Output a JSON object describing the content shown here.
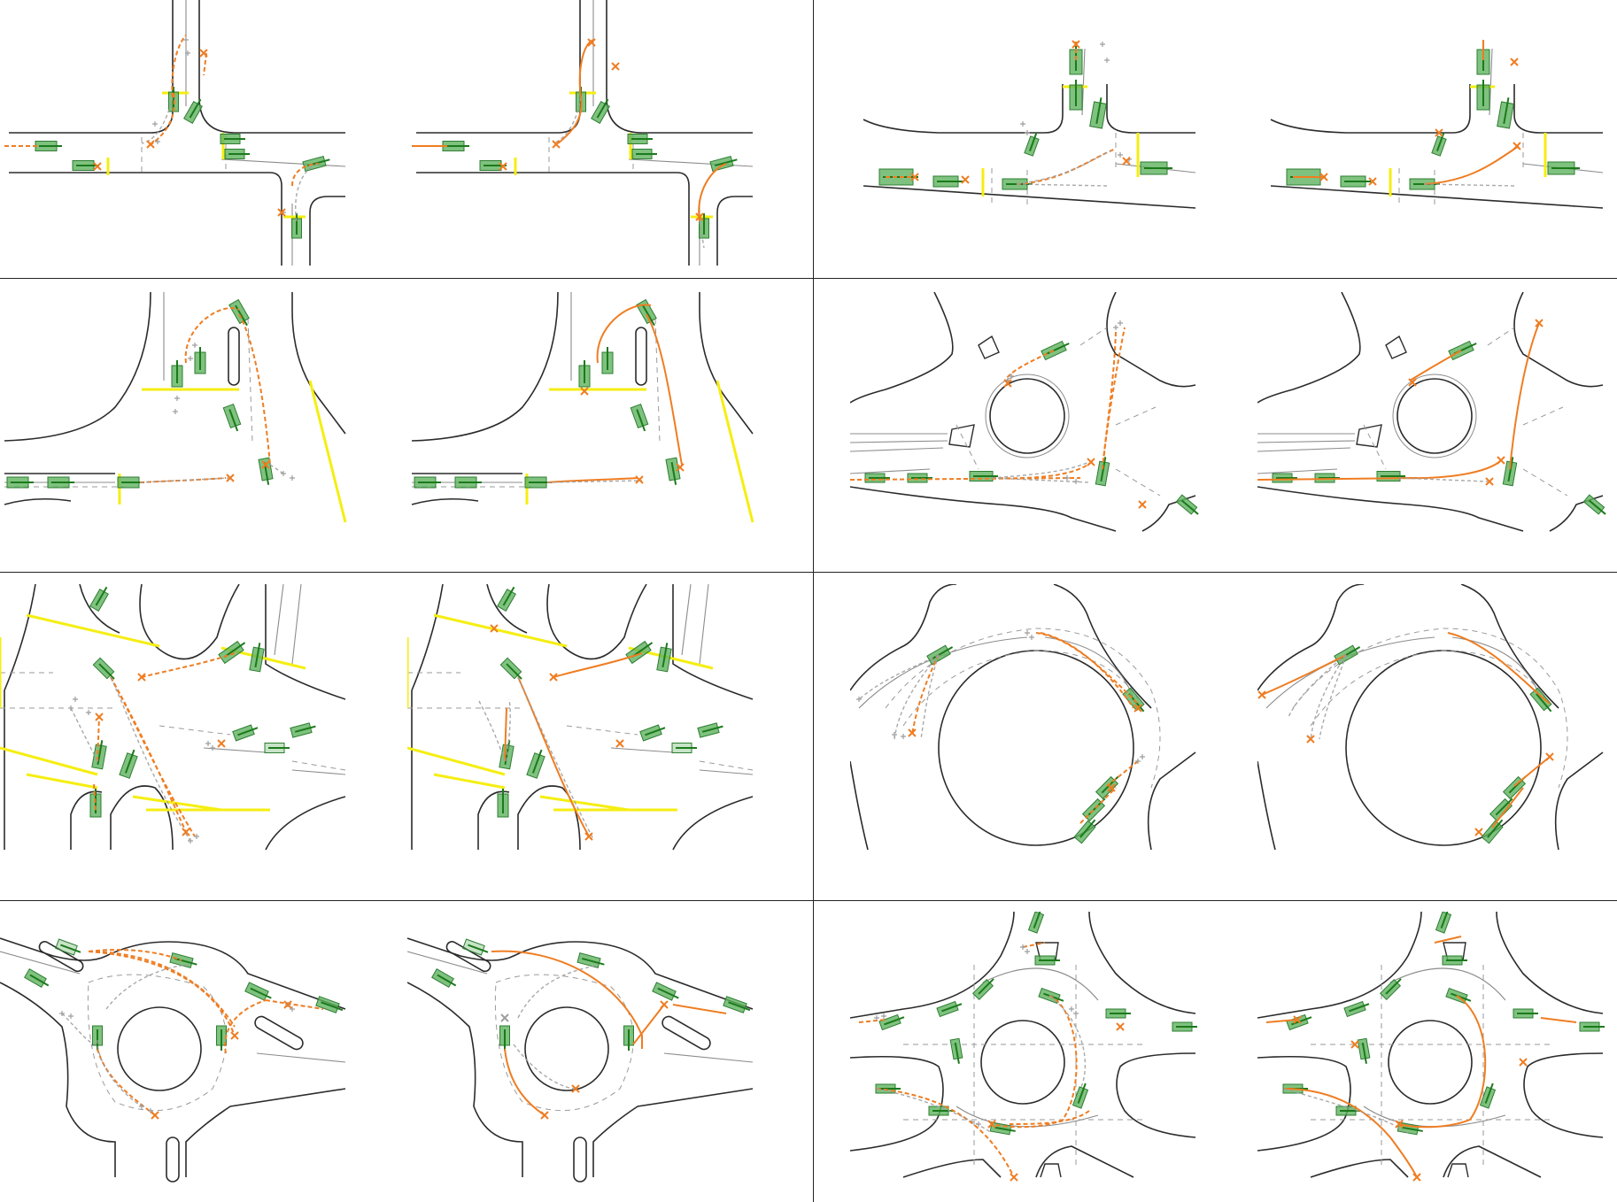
{
  "figure": {
    "rows": 4,
    "panels_per_row": 4,
    "colors": {
      "road_edge": "#2b2b2b",
      "lane_line": "#8c8c8c",
      "dashed_line": "#9a9a9a",
      "stop_line": "#f5ee12",
      "vehicle_fill": "#5fb35f",
      "vehicle_stroke": "#2e7d32",
      "heading": "#1b7a1b",
      "prediction": "#ef7d22",
      "ground_truth": "#9e9e9e",
      "separator": "#222222"
    },
    "legend_semantics": {
      "vehicle": "green-rectangle",
      "prediction_left_panels": "orange-dashed-multimodal",
      "prediction_right_panels": "orange-solid-selected",
      "ground_truth": "grey-line-with-x-marker"
    },
    "scenes": [
      {
        "id": "r1-left",
        "type": "T-intersection"
      },
      {
        "id": "r1-right",
        "type": "T-intersection"
      },
      {
        "id": "r2-left",
        "type": "merge-intersection"
      },
      {
        "id": "r2-right",
        "type": "roundabout"
      },
      {
        "id": "r3-left",
        "type": "roundabout-exit"
      },
      {
        "id": "r3-right",
        "type": "large-roundabout"
      },
      {
        "id": "r4-left",
        "type": "roundabout"
      },
      {
        "id": "r4-right",
        "type": "roundabout"
      }
    ]
  }
}
